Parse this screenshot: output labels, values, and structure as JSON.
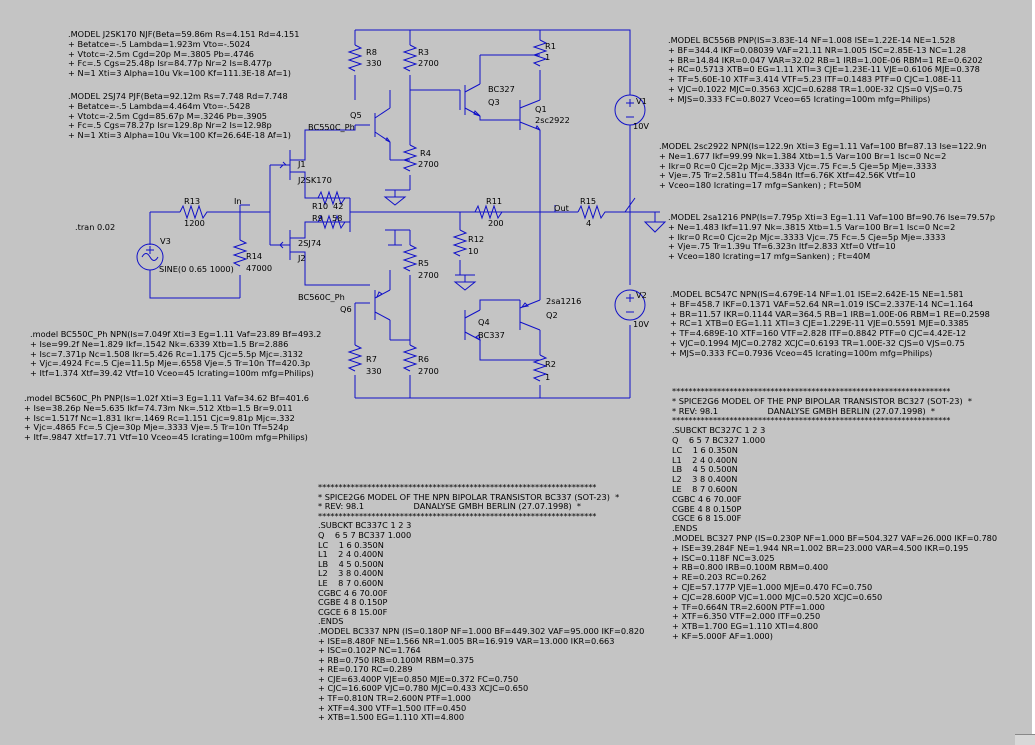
{
  "components": {
    "R1": {
      "ref": "R1",
      "value": "1"
    },
    "R2": {
      "ref": "R2",
      "value": "1"
    },
    "R3": {
      "ref": "R3",
      "value": "2700"
    },
    "R4": {
      "ref": "R4",
      "value": "2700"
    },
    "R5": {
      "ref": "R5",
      "value": "2700"
    },
    "R6": {
      "ref": "R6",
      "value": "2700"
    },
    "R7": {
      "ref": "R7",
      "value": "330"
    },
    "R8": {
      "ref": "R8",
      "value": "330"
    },
    "R9": {
      "ref": "R9",
      "value": "58"
    },
    "R10": {
      "ref": "R10",
      "value": "42"
    },
    "R11": {
      "ref": "R11",
      "value": "200"
    },
    "R12": {
      "ref": "R12",
      "value": "10"
    },
    "R13": {
      "ref": "R13",
      "value": "1200"
    },
    "R14": {
      "ref": "R14",
      "value": "47000"
    },
    "R15": {
      "ref": "R15",
      "value": "4"
    },
    "Q1": {
      "ref": "Q1",
      "model": "2sc2922"
    },
    "Q2": {
      "ref": "Q2",
      "model": "2sa1216"
    },
    "Q3": {
      "ref": "Q3",
      "model": "BC327"
    },
    "Q4": {
      "ref": "Q4",
      "model": "BC337"
    },
    "Q5": {
      "ref": "Q5",
      "model": "BC550C_Ph"
    },
    "Q6": {
      "ref": "Q6",
      "model": "BC560C_Ph"
    },
    "J1": {
      "ref": "J1",
      "model": "J2SK170"
    },
    "J2": {
      "ref": "J2",
      "model": "2SJ74"
    },
    "V1": {
      "ref": "V1",
      "value": "10V"
    },
    "V2": {
      "ref": "V2",
      "value": "10V"
    },
    "V3": {
      "ref": "V3",
      "value": "SINE(0 0.65 1000)"
    }
  },
  "nets": {
    "in": "In",
    "out": "Out"
  },
  "directive_tran": ".tran 0.02",
  "blocks": {
    "j2sk170": [
      ".MODEL J2SK170 NJF(Beta=59.86m Rs=4.151 Rd=4.151",
      "+ Betatce=-.5 Lambda=1.923m Vto=-.5024",
      "+ Vtotc=-2.5m Cgd=20p M=.3805 Pb=.4746",
      "+ Fc=.5 Cgs=25.48p Isr=84.77p Nr=2 Is=8.477p",
      "+ N=1 Xti=3 Alpha=10u Vk=100 Kf=111.3E-18 Af=1)"
    ],
    "2sj74": [
      ".MODEL 2SJ74 PJF(Beta=92.12m Rs=7.748 Rd=7.748",
      "+ Betatce=-.5 Lambda=4.464m Vto=-.5428",
      "+ Vtotc=-2.5m Cgd=85.67p M=.3246 Pb=.3905",
      "+ Fc=.5 Cgs=78.27p Isr=129.8p Nr=2 Is=12.98p",
      "+ N=1 Xti=3 Alpha=10u Vk=100 Kf=26.64E-18 Af=1)"
    ],
    "bc550c": [
      ".model BC550C_Ph NPN(Is=7.049f Xti=3 Eg=1.11 Vaf=23.89 Bf=493.2",
      "+ Ise=99.2f Ne=1.829 Ikf=.1542 Nk=.6339 Xtb=1.5 Br=2.886",
      "+ Isc=7.371p Nc=1.508 Ikr=5.426 Rc=1.175 Cjc=5.5p Mjc=.3132",
      "+ Vjc=.4924 Fc=.5 Cje=11.5p Mje=.6558 Vje=.5 Tr=10n Tf=420.3p",
      "+ Itf=1.374 Xtf=39.42 Vtf=10 Vceo=45 Icrating=100m mfg=Philips)"
    ],
    "bc560c": [
      ".model BC560C_Ph PNP(Is=1.02f Xti=3 Eg=1.11 Vaf=34.62 Bf=401.6",
      "+ Ise=38.26p Ne=5.635 Ikf=74.73m Nk=.512 Xtb=1.5 Br=9.011",
      "+ Isc=1.517f Nc=1.831 Ikr=.1469 Rc=1.151 Cjc=9.81p Mjc=.332",
      "+ Vjc=.4865 Fc=.5 Cje=30p Mje=.3333 Vje=.5 Tr=10n Tf=524p",
      "+ Itf=.9847 Xtf=17.71 Vtf=10 Vceo=45 Icrating=100m mfg=Philips)"
    ],
    "bc556b": [
      ".MODEL BC556B PNP(IS=3.83E-14 NF=1.008 ISE=1.22E-14 NE=1.528",
      "+ BF=344.4 IKF=0.08039 VAF=21.11 NR=1.005 ISC=2.85E-13 NC=1.28",
      "+ BR=14.84 IKR=0.047 VAR=32.02 RB=1 IRB=1.00E-06 RBM=1 RE=0.6202",
      "+ RC=0.5713 XTB=0 EG=1.11 XTI=3 CJE=1.23E-11 VJE=0.6106 MJE=0.378",
      "+ TF=5.60E-10 XTF=3.414 VTF=5.23 ITF=0.1483 PTF=0 CJC=1.08E-11",
      "+ VJC=0.1022 MJC=0.3563 XCJC=0.6288 TR=1.00E-32 CJS=0 VJS=0.75",
      "+ MJS=0.333 FC=0.8027 Vceo=65 Icrating=100m mfg=Philips)"
    ],
    "2sc2922": [
      ".MODEL 2sc2922 NPN(Is=122.9n Xti=3 Eg=1.11 Vaf=100 Bf=87.13 Ise=122.9n",
      "+ Ne=1.677 Ikf=99.99 Nk=1.384 Xtb=1.5 Var=100 Br=1 Isc=0 Nc=2",
      "+ Ikr=0 Rc=0 Cjc=2p Mjc=.3333 Vjc=.75 Fc=.5 Cje=5p Mje=.3333",
      "+ Vje=.75 Tr=2.581u Tf=4.584n Itf=6.76K Xtf=42.56K Vtf=10",
      "+ Vceo=180 Icrating=17 mfg=Sanken) ; Ft=50M"
    ],
    "2sa1216": [
      ".MODEL 2sa1216 PNP(Is=7.795p Xti=3 Eg=1.11 Vaf=100 Bf=90.76 Ise=79.57p",
      "+ Ne=1.483 Ikf=11.97 Nk=.3815 Xtb=1.5 Var=100 Br=1 Isc=0 Nc=2",
      "+ Ikr=0 Rc=0 Cjc=2p Mjc=.3333 Vjc=.75 Fc=.5 Cje=5p Mje=.3333",
      "+ Vje=.75 Tr=1.39u Tf=6.323n Itf=2.833 Xtf=0 Vtf=10",
      "+ Vceo=180 Icrating=17 mfg=Sanken) ; Ft=40M"
    ],
    "bc547c": [
      ".MODEL BC547C NPN(IS=4.679E-14 NF=1.01 ISE=2.642E-15 NE=1.581",
      "+ BF=458.7 IKF=0.1371 VAF=52.64 NR=1.019 ISC=2.337E-14 NC=1.164",
      "+ BR=11.57 IKR=0.1144 VAR=364.5 RB=1 IRB=1.00E-06 RBM=1 RE=0.2598",
      "+ RC=1 XTB=0 EG=1.11 XTI=3 CJE=1.229E-11 VJE=0.5591 MJE=0.3385",
      "+ TF=4.689E-10 XTF=160 VTF=2.828 ITF=0.8842 PTF=0 CJC=4.42E-12",
      "+ VJC=0.1994 MJC=0.2782 XCJC=0.6193 TR=1.00E-32 CJS=0 VJS=0.75",
      "+ MJS=0.333 FC=0.7936 Vceo=45 Icrating=100m mfg=Philips)"
    ],
    "bc327": [
      "********************************************************************",
      "* SPICE2G6 MODEL OF THE PNP BIPOLAR TRANSISTOR BC327 (SOT-23)  *",
      "* REV: 98.1                   DANALYSE GMBH BERLIN (27.07.1998)  *",
      "********************************************************************",
      ".SUBCKT BC327C 1 2 3",
      "Q    6 5 7 BC327 1.000",
      "LC    1 6 0.350N",
      "L1    2 4 0.400N",
      "LB    4 5 0.500N",
      "L2    3 8 0.400N",
      "LE    8 7 0.600N",
      "CGBC 4 6 70.00F",
      "CGBE 4 8 0.150P",
      "CGCE 6 8 15.00F",
      ".ENDS",
      ".MODEL BC327 PNP (IS=0.230P NF=1.000 BF=504.327 VAF=26.000 IKF=0.780",
      "+ ISE=39.284F NE=1.944 NR=1.002 BR=23.000 VAR=4.500 IKR=0.195",
      "+ ISC=0.118F NC=3.025",
      "+ RB=0.800 IRB=0.100M RBM=0.400",
      "+ RE=0.203 RC=0.262",
      "+ CJE=57.177P VJE=1.000 MJE=0.470 FC=0.750",
      "+ CJC=28.600P VJC=1.000 MJC=0.520 XCJC=0.650",
      "+ TF=0.664N TR=2.600N PTF=1.000",
      "+ XTF=6.350 VTF=2.000 ITF=0.250",
      "+ XTB=1.700 EG=1.110 XTI=4.800",
      "+ KF=5.000F AF=1.000)"
    ],
    "bc337": [
      "********************************************************************",
      "* SPICE2G6 MODEL OF THE NPN BIPOLAR TRANSISTOR BC337 (SOT-23)  *",
      "* REV: 98.1                   DANALYSE GMBH BERLIN (27.07.1998)  *",
      "********************************************************************",
      ".SUBCKT BC337C 1 2 3",
      "Q    6 5 7 BC337 1.000",
      "LC    1 6 0.350N",
      "L1    2 4 0.400N",
      "LB    4 5 0.500N",
      "L2    3 8 0.400N",
      "LE    8 7 0.600N",
      "CGBC 4 6 70.00F",
      "CGBE 4 8 0.150P",
      "CGCE 6 8 15.00F",
      ".ENDS",
      ".MODEL BC337 NPN (IS=0.180P NF=1.000 BF=449.302 VAF=95.000 IKF=0.820",
      "+ ISE=8.480F NE=1.566 NR=1.005 BR=16.919 VAR=13.000 IKR=0.663",
      "+ ISC=0.102P NC=1.764",
      "+ RB=0.750 IRB=0.100M RBM=0.375",
      "+ RE=0.170 RC=0.289",
      "+ CJE=63.400P VJE=0.850 MJE=0.372 FC=0.750",
      "+ CJC=16.600P VJC=0.780 MJC=0.433 XCJC=0.650",
      "+ TF=0.810N TR=2.600N PTF=1.000",
      "+ XTF=4.300 VTF=1.500 ITF=0.450",
      "+ XTB=1.500 EG=1.110 XTI=4.800"
    ]
  }
}
